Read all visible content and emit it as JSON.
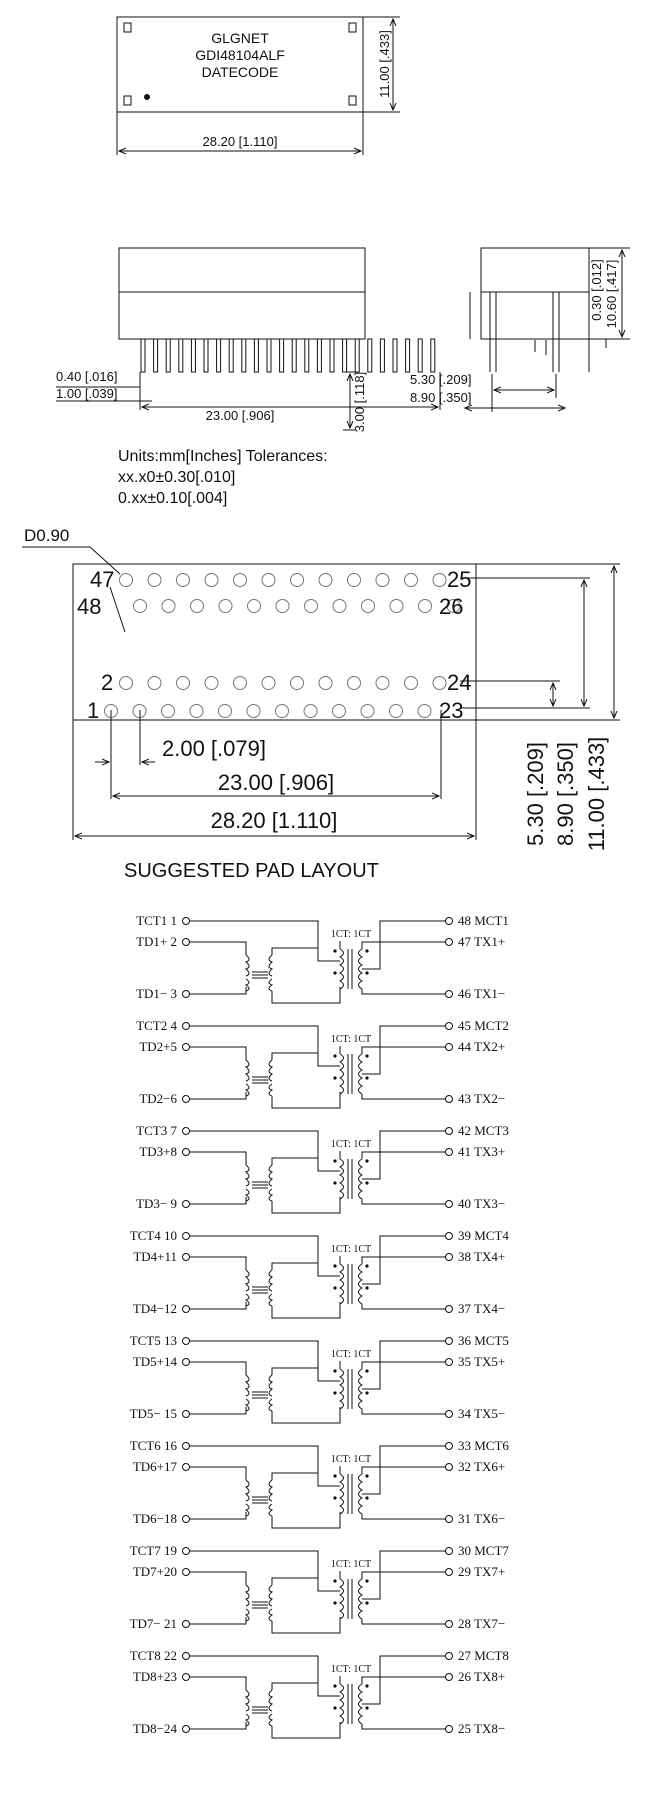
{
  "top_view": {
    "marking_line1": "GLGNET",
    "marking_line2": "GDI48104ALF",
    "marking_line3": "DATECODE",
    "width_dim": "28.20 [1.110]",
    "height_dim": "11.00 [.433]"
  },
  "side_view": {
    "pin_width": "0.40 [.016]",
    "pin_pitch": "1.00 [.039]",
    "pin_span": "23.00 [.906]",
    "pin_length": "3.00 [.118]"
  },
  "end_view": {
    "standoff": "0.30 [.012]",
    "body_height": "10.60 [.417]",
    "row_spacing_a": "5.30 [.209]",
    "row_spacing_b": "8.90 [.350]"
  },
  "units_note": {
    "line1": "Units:mm[Inches] Tolerances:",
    "line2": "xx.x0±0.30[.010]",
    "line3": "0.xx±0.10[.004]"
  },
  "pad_layout": {
    "hole_dia": "D0.90",
    "pin_47": "47",
    "pin_48": "48",
    "pin_25": "25",
    "pin_26": "26",
    "pin_2": "2",
    "pin_1": "1",
    "pin_24": "24",
    "pin_23": "23",
    "pitch_dim": "2.00 [.079]",
    "span_dim": "23.00 [.906]",
    "width_dim": "28.20 [1.110]",
    "v_dim_a": "5.30 [.209]",
    "v_dim_b": "8.90 [.350]",
    "v_dim_c": "11.00 [.433]",
    "title": "SUGGESTED PAD LAYOUT"
  },
  "schematic": {
    "ratio_label": "1CT: 1CT",
    "channels": [
      {
        "l1": "TCT1  1",
        "l2": "TD1+  2",
        "l3": "TD1−  3",
        "r1": "48 MCT1",
        "r2": "47  TX1+",
        "r3": "46  TX1−"
      },
      {
        "l1": "TCT2  4",
        "l2": "TD2+5",
        "l3": "TD2−6",
        "r1": "45 MCT2",
        "r2": "44  TX2+",
        "r3": "43  TX2−"
      },
      {
        "l1": "TCT3  7",
        "l2": "TD3+8",
        "l3": "TD3−  9",
        "r1": "42 MCT3",
        "r2": "41  TX3+",
        "r3": "40  TX3−"
      },
      {
        "l1": "TCT4  10",
        "l2": "TD4+11",
        "l3": "TD4−12",
        "r1": "39 MCT4",
        "r2": "38  TX4+",
        "r3": "37  TX4−"
      },
      {
        "l1": "TCT5  13",
        "l2": "TD5+14",
        "l3": "TD5−  15",
        "r1": "36 MCT5",
        "r2": "35  TX5+",
        "r3": "34  TX5−"
      },
      {
        "l1": "TCT6  16",
        "l2": "TD6+17",
        "l3": "TD6−18",
        "r1": "33 MCT6",
        "r2": "32  TX6+",
        "r3": "31  TX6−"
      },
      {
        "l1": "TCT7  19",
        "l2": "TD7+20",
        "l3": "TD7−  21",
        "r1": "30 MCT7",
        "r2": "29  TX7+",
        "r3": "28  TX7−"
      },
      {
        "l1": "TCT8  22",
        "l2": "TD8+23",
        "l3": "TD8−24",
        "r1": "27 MCT8",
        "r2": "26  TX8+",
        "r3": "25  TX8−"
      }
    ]
  }
}
